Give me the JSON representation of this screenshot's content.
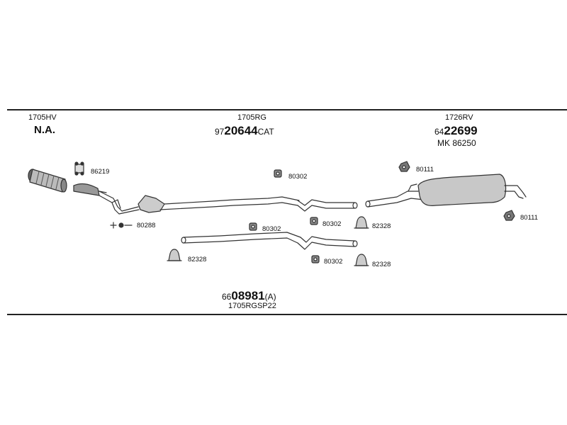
{
  "sections": {
    "left": {
      "code": "1705HV",
      "part": "N.A."
    },
    "middle": {
      "code": "1705RG",
      "prefix": "97",
      "number": "20644",
      "suffix": "CAT"
    },
    "right": {
      "code": "1726RV",
      "prefix": "64",
      "number": "22699",
      "kit": "MK  86250"
    }
  },
  "parts": {
    "p86219": "86219",
    "p80288": "80288",
    "p80302a": "80302",
    "p80302b": "80302",
    "p80302c": "80302",
    "p80302d": "80302",
    "p82328a": "82328",
    "p82328b": "82328",
    "p82328c": "82328",
    "p80111a": "80111",
    "p80111b": "80111"
  },
  "kit": {
    "prefix": "66",
    "number": "08981",
    "suffix": "(A)",
    "code": "1705RGSP22"
  }
}
